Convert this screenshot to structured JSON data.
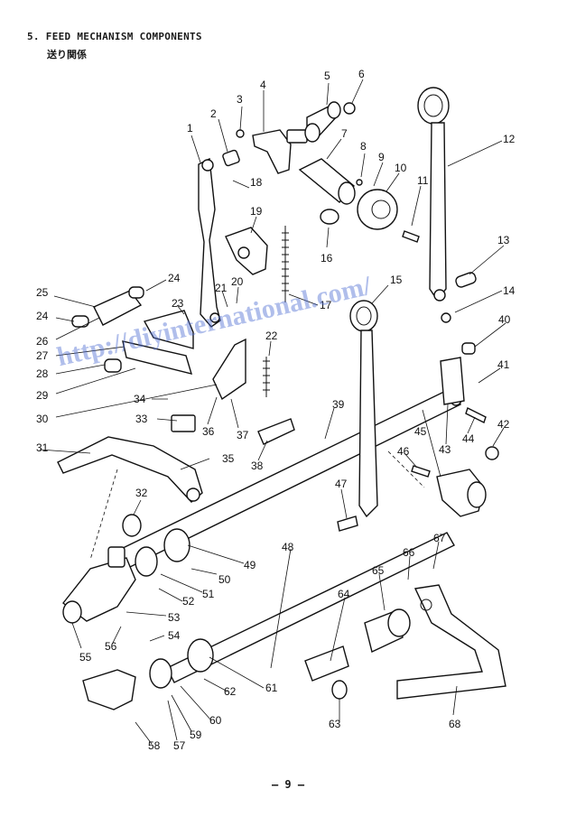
{
  "section_title": "5. FEED MECHANISM COMPONENTS",
  "section_title_jp": "送り関係",
  "page_number": "– 9 –",
  "watermark": "http://diyinternational.com/",
  "part_numbers": [
    "1",
    "2",
    "3",
    "4",
    "5",
    "6",
    "7",
    "8",
    "9",
    "10",
    "11",
    "12",
    "13",
    "14",
    "15",
    "16",
    "17",
    "18",
    "19",
    "20",
    "21",
    "22",
    "23",
    "24",
    "24",
    "25",
    "26",
    "27",
    "28",
    "29",
    "30",
    "31",
    "32",
    "33",
    "34",
    "35",
    "36",
    "37",
    "38",
    "39",
    "40",
    "41",
    "42",
    "43",
    "44",
    "45",
    "46",
    "47",
    "48",
    "49",
    "50",
    "51",
    "52",
    "53",
    "54",
    "55",
    "56",
    "57",
    "58",
    "59",
    "60",
    "61",
    "62",
    "63",
    "64",
    "65",
    "66",
    "67",
    "68"
  ]
}
